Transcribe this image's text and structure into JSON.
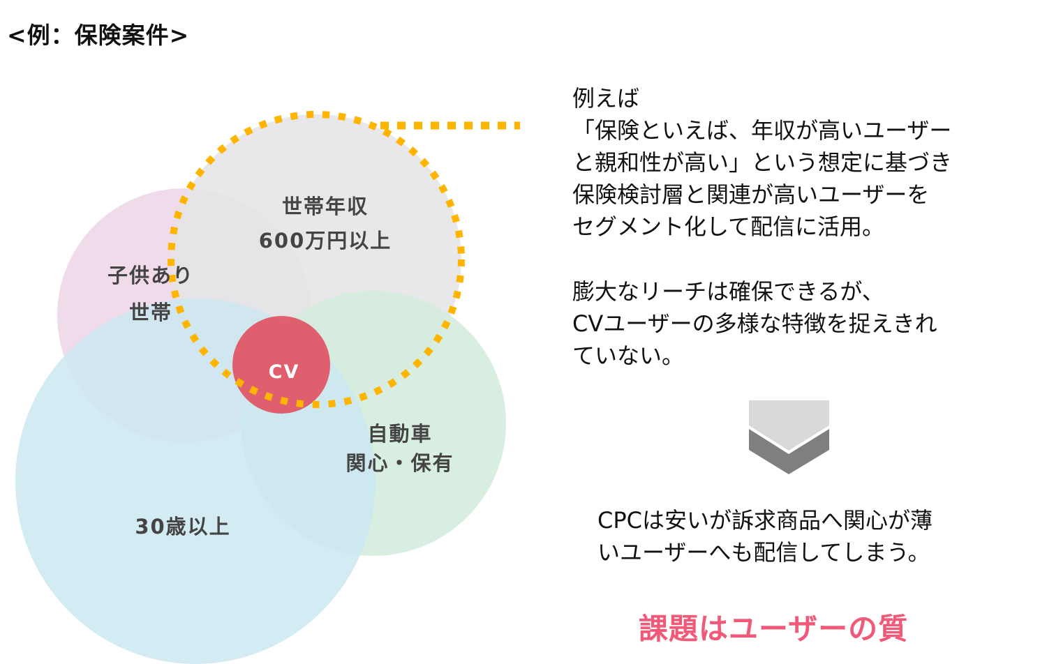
{
  "title": "<例：保険案件>",
  "venn": {
    "sets": [
      {
        "id": "children",
        "label_lines": [
          "子供あり",
          "世帯"
        ],
        "color": "#ecd3e6"
      },
      {
        "id": "income",
        "label_lines": [
          "世帯年収",
          "600万円以上"
        ],
        "color": "#e4e4e6",
        "highlighted": true,
        "highlight_color": "#ffb400"
      },
      {
        "id": "car",
        "label_lines": [
          "自動車",
          "関心・保有"
        ],
        "color": "#cfe9d9"
      },
      {
        "id": "age",
        "label_lines": [
          "30歳以上"
        ],
        "color": "#c8e6ef"
      }
    ],
    "center": {
      "label": "CV",
      "color": "#e05767"
    }
  },
  "paragraphs": [
    {
      "lines": [
        "例えば",
        "「保険といえば、年収が高いユーザー",
        "と親和性が高い」という想定に基づき",
        "保険検討層と関連が高いユーザーを",
        "セグメント化して配信に活用。"
      ]
    },
    {
      "lines": [
        "膨大なリーチは確保できるが、",
        "CVユーザーの多様な特徴を捉えきれ",
        "ていない。"
      ]
    },
    {
      "lines": [
        "CPCは安いが訴求商品へ関心が薄",
        "いユーザーへも配信してしまう。"
      ]
    }
  ],
  "arrow": {
    "icon": "double-chevron-down-icon",
    "top_color": "#d9d9d9",
    "bottom_color": "#7f7f7f"
  },
  "conclusion": {
    "text": "課題はユーザーの質",
    "color": "#f05a78"
  }
}
